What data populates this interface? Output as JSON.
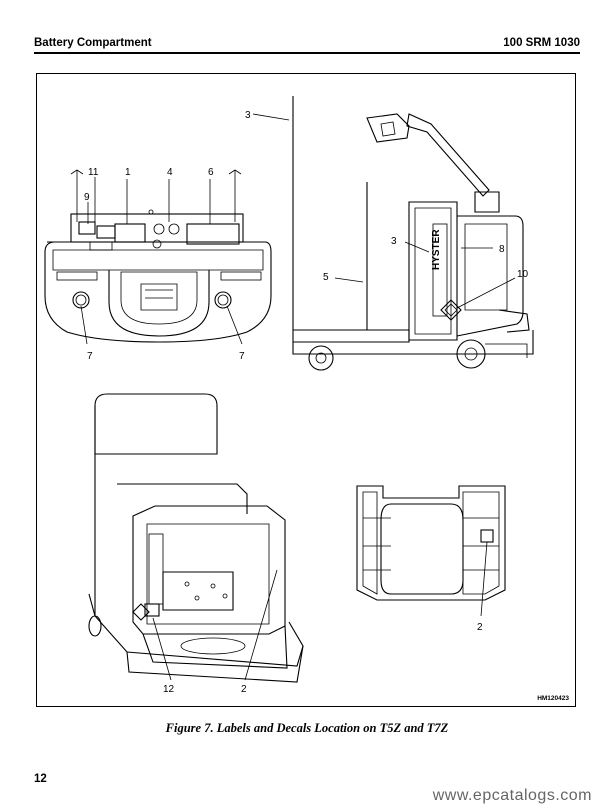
{
  "header": {
    "section_title": "Battery Compartment",
    "doc_code": "100 SRM 1030"
  },
  "figure": {
    "callouts": {
      "top_left": [
        "11",
        "1",
        "4",
        "6",
        "9",
        "7",
        "7"
      ],
      "side": [
        "3",
        "3",
        "5",
        "8",
        "10"
      ],
      "bottom": [
        "12",
        "2",
        "2"
      ]
    },
    "id_code": "HM120423",
    "brand_on_truck": "HYSTER",
    "caption": "Figure 7. Labels and Decals Location on T5Z and T7Z"
  },
  "footer": {
    "page_number": "12"
  },
  "watermark": "www.epcatalogs.com"
}
